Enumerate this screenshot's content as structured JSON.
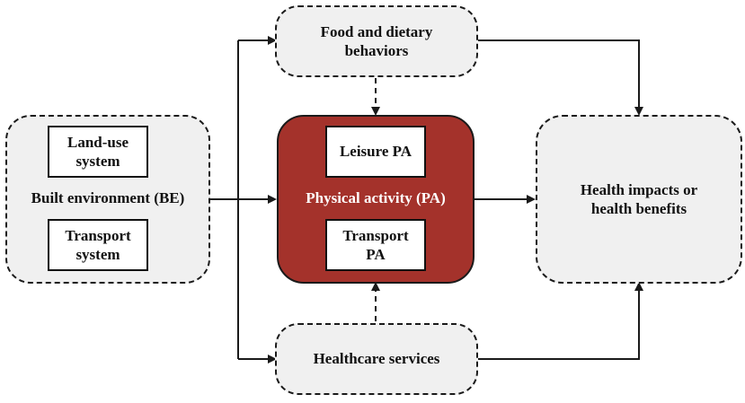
{
  "nodes": {
    "food": "Food and dietary\nbehaviors",
    "built_environment": "Built environment (BE)",
    "land_use": "Land-use\nsystem",
    "transport_system": "Transport\nsystem",
    "physical_activity": "Physical activity (PA)",
    "leisure_pa": "Leisure PA",
    "transport_pa": "Transport\nPA",
    "healthcare": "Healthcare services",
    "health_impacts": "Health impacts or\nhealth benefits"
  },
  "colors": {
    "pa_fill": "#a4322b",
    "box_fill": "#f0f0f0",
    "line": "#1a1a1a"
  }
}
